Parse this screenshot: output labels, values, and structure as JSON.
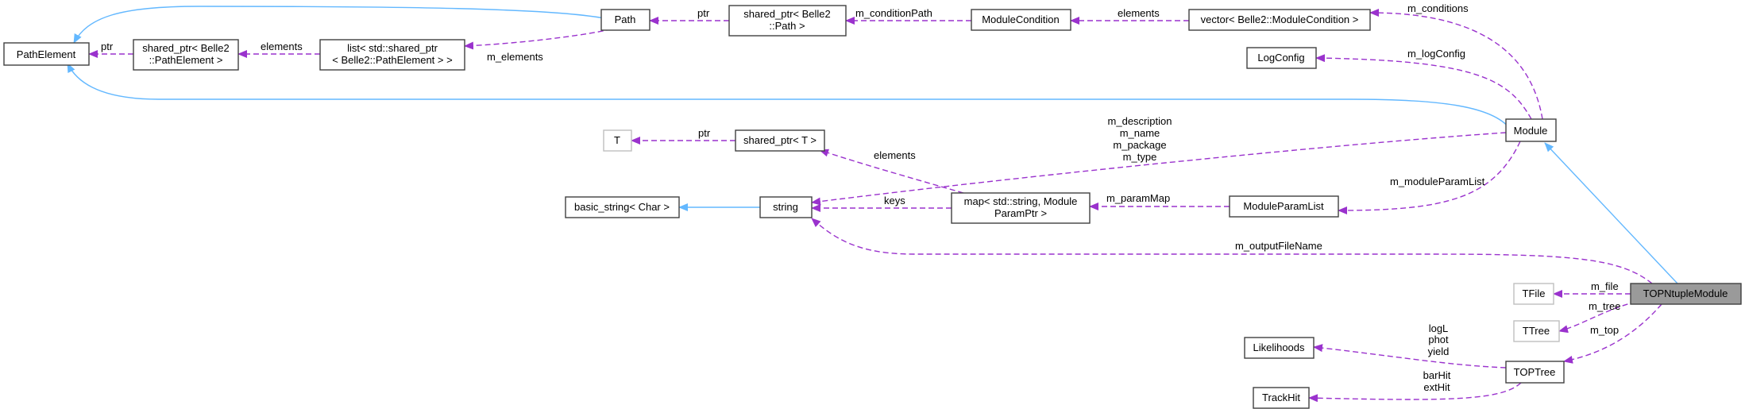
{
  "nodes": {
    "path_element": {
      "line1": "PathElement"
    },
    "shared_ptr_pathelement": {
      "line1": "shared_ptr< Belle2",
      "line2": "::PathElement >"
    },
    "list_shared_ptr": {
      "line1": "list< std::shared_ptr",
      "line2": "< Belle2::PathElement > >"
    },
    "path": {
      "line1": "Path"
    },
    "shared_ptr_path": {
      "line1": "shared_ptr< Belle2",
      "line2": "::Path >"
    },
    "module_condition": {
      "line1": "ModuleCondition"
    },
    "vector_module_condition": {
      "line1": "vector< Belle2::ModuleCondition >"
    },
    "log_config": {
      "line1": "LogConfig"
    },
    "t": {
      "line1": "T"
    },
    "shared_ptr_t": {
      "line1": "shared_ptr< T >"
    },
    "module": {
      "line1": "Module"
    },
    "basic_string": {
      "line1": "basic_string< Char >"
    },
    "string": {
      "line1": "string"
    },
    "map_string_param": {
      "line1": "map< std::string, Module",
      "line2": "ParamPtr >"
    },
    "module_param_list": {
      "line1": "ModuleParamList"
    },
    "tfile": {
      "line1": "TFile"
    },
    "topntuple_module": {
      "line1": "TOPNtupleModule"
    },
    "ttree": {
      "line1": "TTree"
    },
    "likelihoods": {
      "line1": "Likelihoods"
    },
    "toptree": {
      "line1": "TOPTree"
    },
    "trackhit": {
      "line1": "TrackHit"
    }
  },
  "edge_labels": {
    "ptr_pathelement": "ptr",
    "elements_list": "elements",
    "m_elements": "m_elements",
    "ptr_path": "ptr",
    "m_condition_path": "m_conditionPath",
    "elements_vector": "elements",
    "m_conditions": "m_conditions",
    "m_log_config": "m_logConfig",
    "ptr_t": "ptr",
    "elements_map": "elements",
    "module_strings": [
      "m_description",
      "m_name",
      "m_package",
      "m_type"
    ],
    "keys": "keys",
    "m_param_map": "m_paramMap",
    "m_module_param_list": "m_moduleParamList",
    "m_output_file_name": "m_outputFileName",
    "m_file": "m_file",
    "m_tree": "m_tree",
    "m_top": "m_top",
    "likelihood_fields": [
      "logL",
      "phot",
      "yield"
    ],
    "trackhit_fields": [
      "barHit",
      "extHit"
    ]
  },
  "colors": {
    "inheritance": "#63b8ff",
    "association": "#9a32cd",
    "node_border": "#404040",
    "grey_node_border": "#bfbfbf",
    "focus_fill": "#9a9a9a"
  }
}
